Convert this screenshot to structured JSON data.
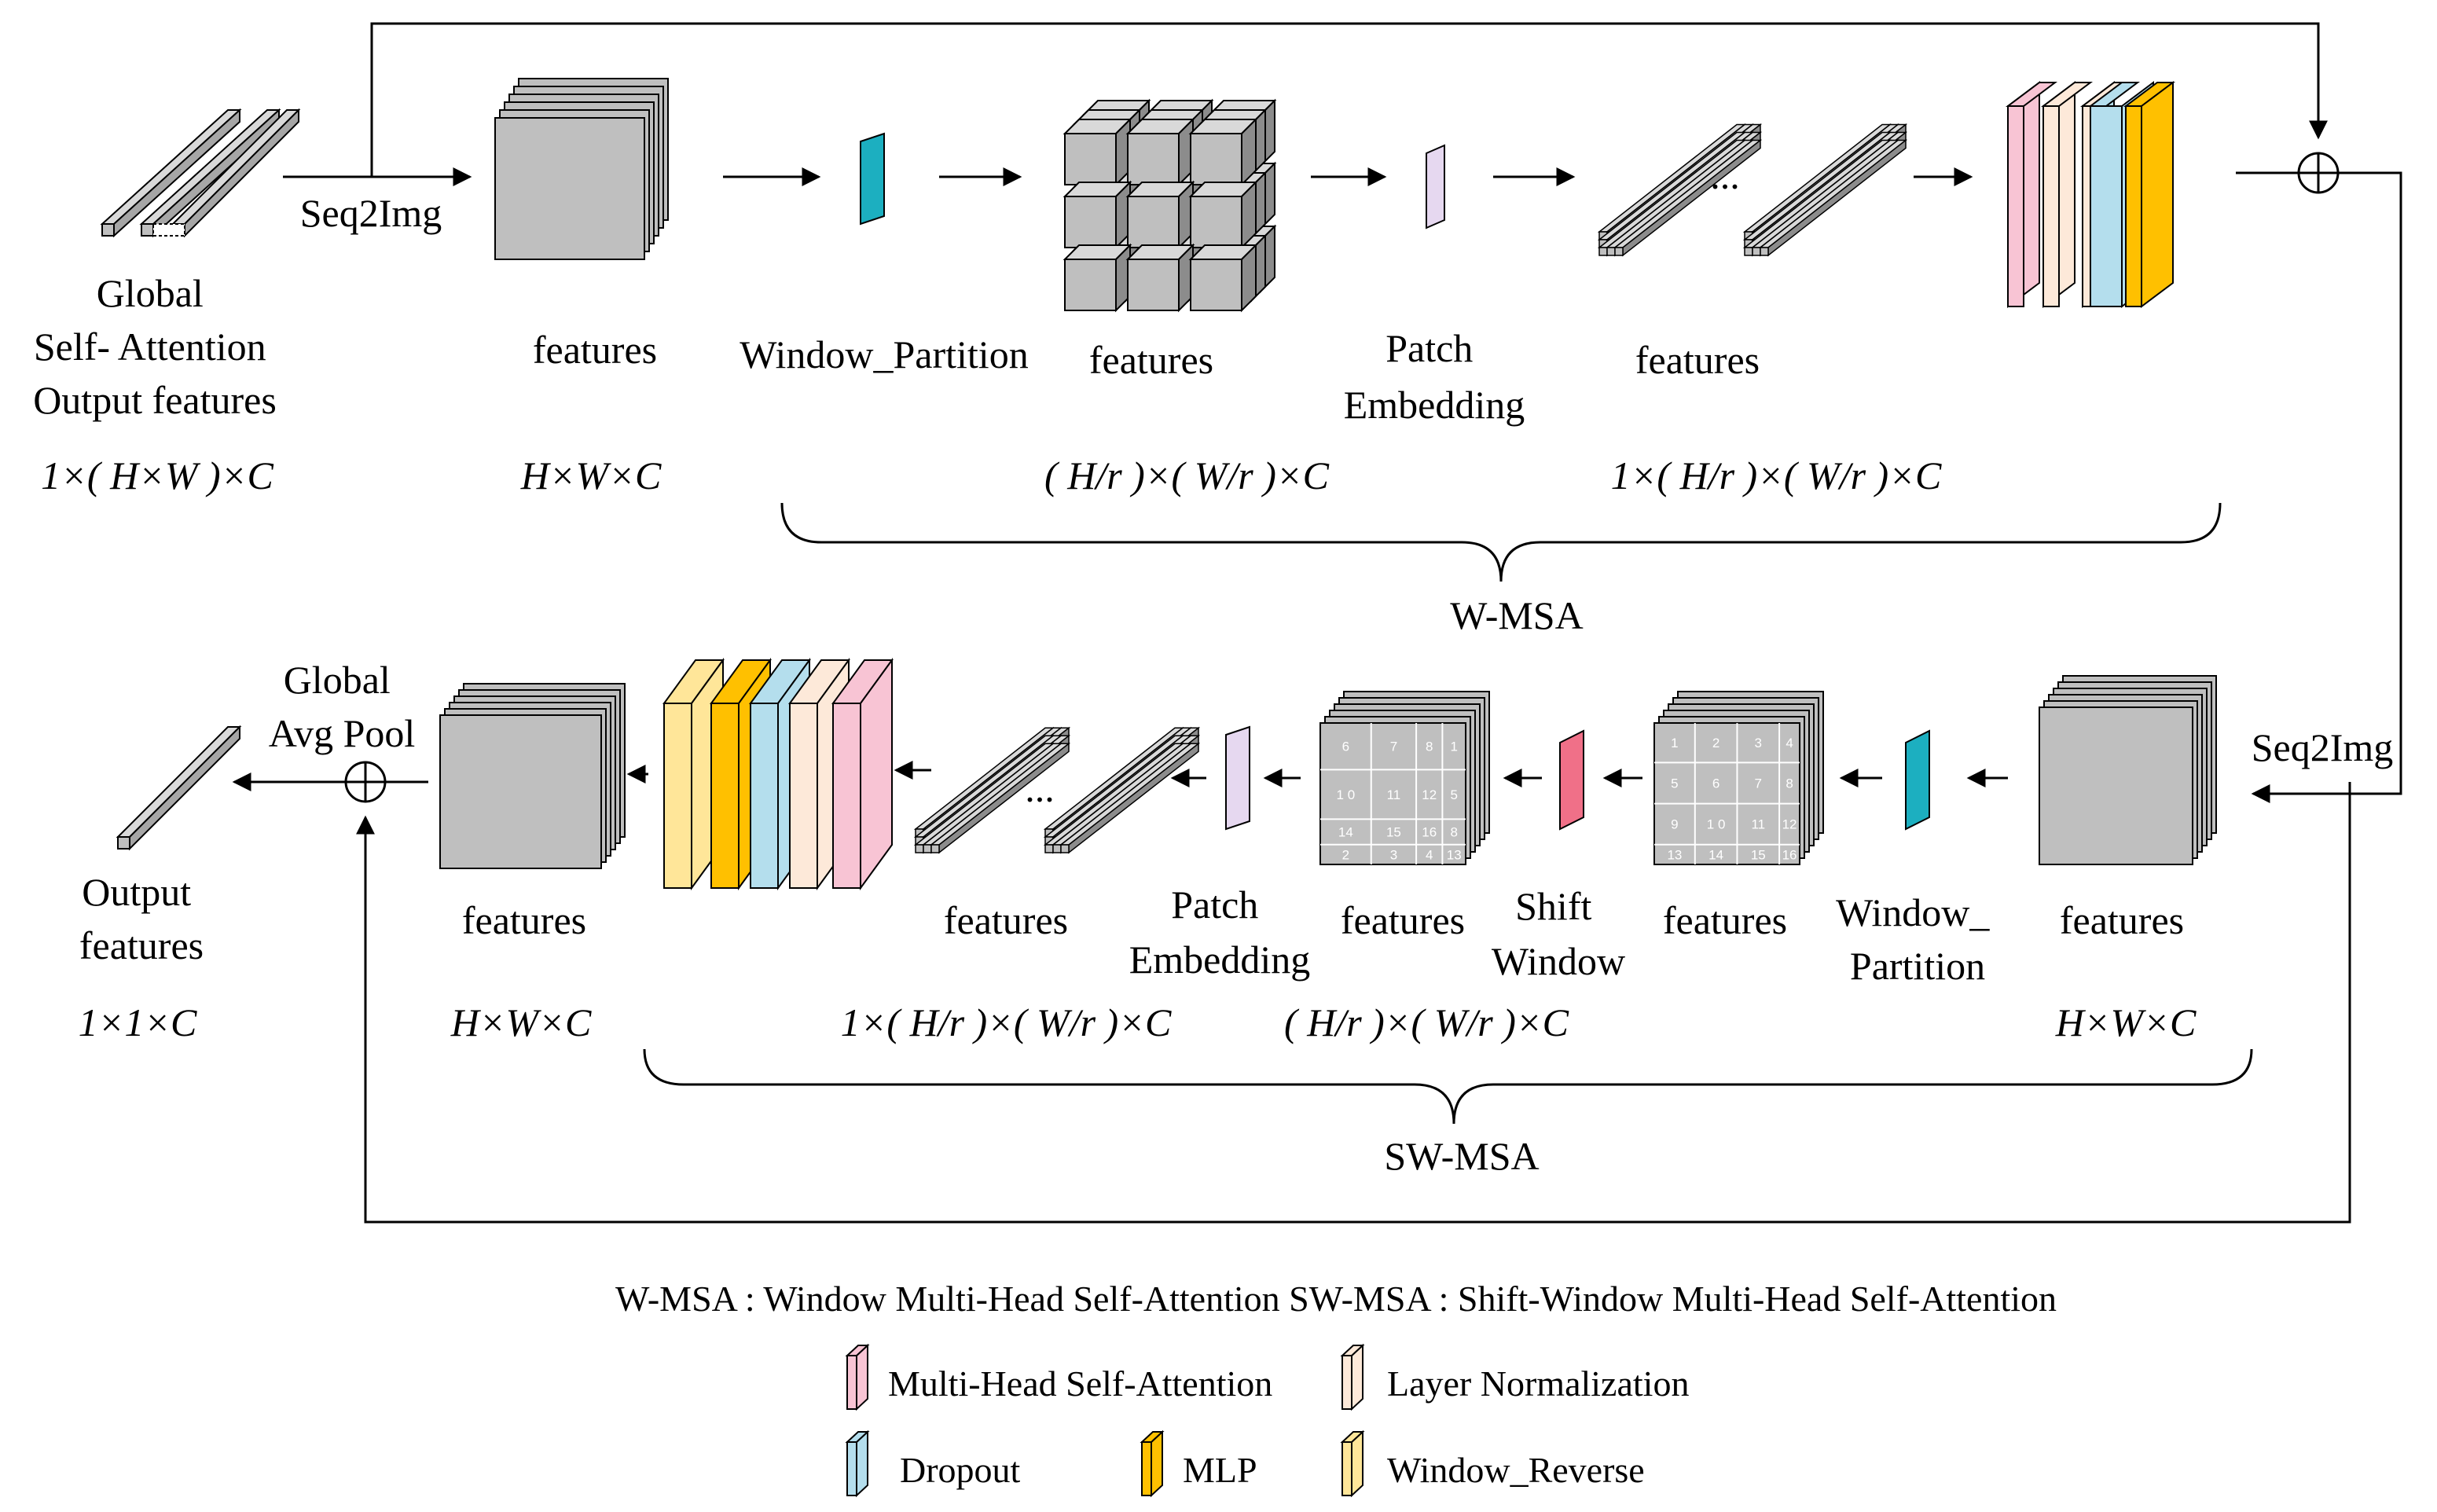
{
  "top_row": {
    "input_label": "Global\nSelf- Attention\nOutput features",
    "input_dim": "1×( H×W )×C",
    "seq2img": "Seq2Img",
    "features_1": "features",
    "features_1_dim": "H×W×C",
    "window_partition": "Window_Partition",
    "features_2": "features",
    "features_2_dim": "( H/r )×( W/r )×C",
    "patch_embedding": "Patch\nEmbedding",
    "features_3": "features",
    "features_3_dim": "1×( H/r )×( W/r )×C",
    "ellipsis": "...",
    "brace_label": "W-MSA"
  },
  "bottom_row": {
    "seq2img": "Seq2Img",
    "features_1": "features",
    "features_1_dim": "H×W×C",
    "window_partition": "Window_\nPartition",
    "features_2": "features",
    "shift_window": "Shift\nWindow",
    "features_3": "features",
    "features_3_dim": "( H/r )×( W/r )×C",
    "patch_embedding": "Patch\nEmbedding",
    "features_4": "features",
    "features_4_dim": "1×( H/r )×( W/r )×C",
    "ellipsis": "...",
    "features_5": "features",
    "features_5_dim": "H×W×C",
    "global_avg_pool": "Global\nAvg Pool",
    "output_label": "Output\nfeatures",
    "output_dim": "1×1×C",
    "brace_label": "SW-MSA",
    "grid_partition_numbers": [
      "1",
      "2",
      "3",
      "4",
      "5",
      "6",
      "7",
      "8",
      "9",
      "1 0",
      "11",
      "12",
      "13",
      "14",
      "15",
      "16"
    ],
    "grid_shift_numbers": [
      "6",
      "7",
      "8",
      "1",
      "1 0",
      "11",
      "12",
      "5",
      "14",
      "15",
      "16",
      "8",
      "2",
      "3",
      "4",
      "13"
    ]
  },
  "abbreviations": "W-MSA : Window  Multi-Head Self-Attention  SW-MSA : Shift-Window  Multi-Head Self-Attention",
  "legend": [
    {
      "label": "Multi-Head Self-Attention",
      "color": "#F8C4D4"
    },
    {
      "label": "Layer Normalization",
      "color": "#FDE9D9"
    },
    {
      "label": "Dropout",
      "color": "#B4DEED"
    },
    {
      "label": "MLP",
      "color": "#FFC000"
    },
    {
      "label": "Window_Reverse",
      "color": "#FFE699"
    }
  ],
  "colors": {
    "feature_gray": "#BFBFBF",
    "teal_partition": "#1CAFC0",
    "lavender_embed": "#E6D8F0",
    "red_shift": "#F07088",
    "pink_attention": "#F8C4D4",
    "peach_norm": "#FDE9D9",
    "blue_dropout": "#B4DEED",
    "orange_mlp": "#FFC000",
    "yellow_reverse": "#FFE699"
  }
}
